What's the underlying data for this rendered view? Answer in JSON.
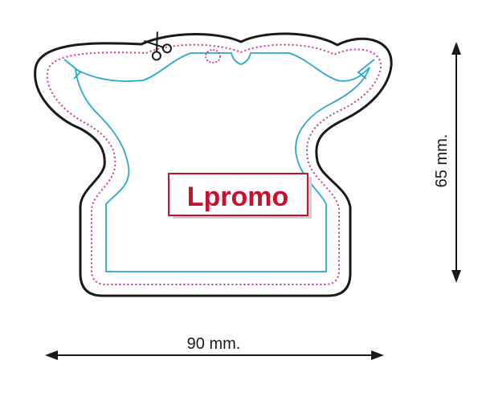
{
  "diagram": {
    "width_label": "90 mm.",
    "height_label": "65 mm.",
    "logo_text": "Lpromo",
    "colors": {
      "outline": "#1a1a1a",
      "safe_line": "#d4349a",
      "trim_line": "#2aa8d0",
      "logo": "#c8102e"
    },
    "icons": {
      "cut": "scissors-icon"
    }
  }
}
